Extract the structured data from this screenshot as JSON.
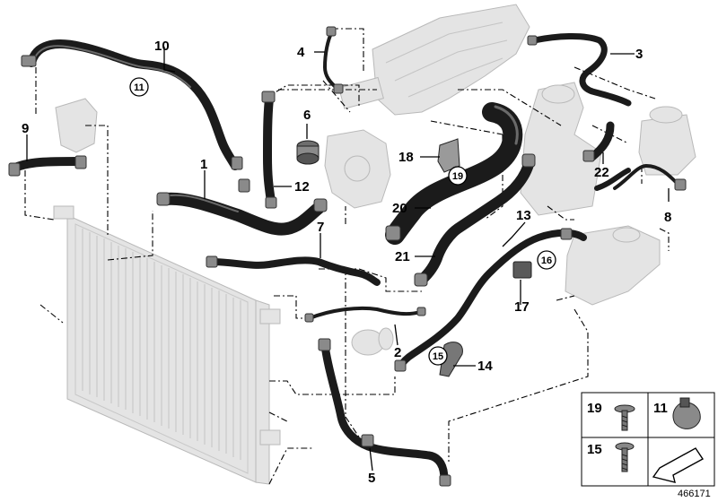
{
  "diagram": {
    "document_number": "466171",
    "labels": {
      "l1": "1",
      "l2": "2",
      "l3": "3",
      "l4": "4",
      "l5": "5",
      "l6": "6",
      "l7": "7",
      "l8": "8",
      "l9": "9",
      "l10": "10",
      "l12": "12",
      "l13": "13",
      "l14": "14",
      "l17": "17",
      "l18": "18",
      "l20": "20",
      "l21": "21",
      "l22": "22"
    },
    "circled_labels": {
      "c11": "11",
      "c15": "15",
      "c16": "16",
      "c19": "19"
    },
    "legend": {
      "item19": "19",
      "item11": "11",
      "item15": "15"
    }
  }
}
